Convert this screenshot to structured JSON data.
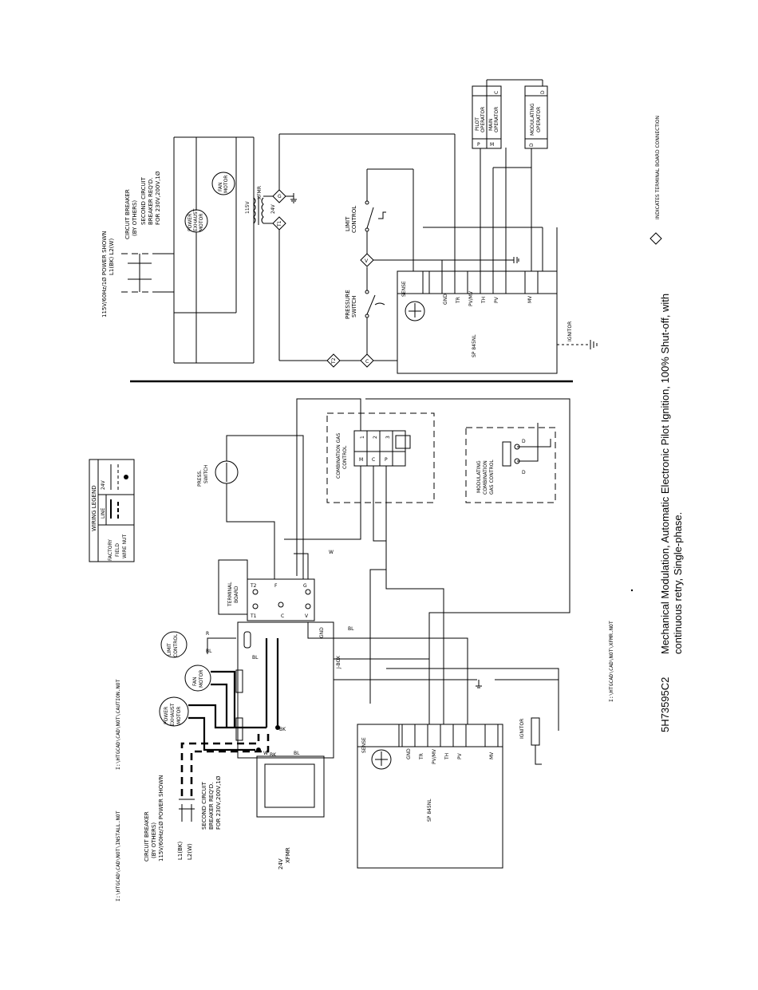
{
  "caption": {
    "drawing_number": "5H73595C2",
    "text": "Mechanical Modulation, Automatic Electronic Pilot Ignition, 100% Shut-off, with continuous retry, Single-phase."
  },
  "file_refs": {
    "caution": "I:\\HTGCAD\\CAD\\NOT\\CAUTION.NOT",
    "install": "I:\\HTGCAD\\CAD\\NOT\\INSTALL.NOT",
    "xfmr": "I:\\HTGCAD\\CAD\\NOT\\XFMR.NOT"
  },
  "legend": {
    "title": "WIRING LEGEND",
    "col_line": "LINE",
    "col_24v": "24V",
    "rows": [
      "FACTORY",
      "FIELD",
      "WIRE NUT"
    ]
  },
  "terminal_note": "INDICATES TERMINAL BOARD CONNECTION",
  "ladder": {
    "power": "115V/60Hz/1Ø POWER SHOWN",
    "lines": "L1(BK) L2(W)",
    "breaker": [
      "CIRCUIT BREAKER",
      "(BY OTHERS)"
    ],
    "second_breaker": [
      "SECOND CIRCUIT",
      "BREAKER REQ'D.",
      "FOR 230V,200V,1Ø"
    ],
    "power_exhaust": [
      "POWER",
      "EXHAUST",
      "MOTOR"
    ],
    "fan_motor": [
      "FAN",
      "MOTOR"
    ],
    "xfmr": "XFMR",
    "xfmr_primary": "115V",
    "xfmr_secondary": "24V",
    "limit_control": [
      "LIMIT",
      "CONTROL"
    ],
    "pressure_switch": [
      "PRESSURE",
      "SWITCH"
    ],
    "control_model": "SP 845NL",
    "terminals": [
      "GND",
      "TR",
      "PV/MV",
      "TH",
      "PV",
      "MV"
    ],
    "sense": "SENSE",
    "ignitor": "IGNITOR",
    "pilot_operator": [
      "PILOT",
      "OPERATOR"
    ],
    "main_operator": [
      "MAIN",
      "OPERATOR"
    ],
    "modulating_operator": [
      "MODULATING",
      "OPERATOR"
    ],
    "pins": [
      "P",
      "M",
      "C",
      "D",
      "D"
    ],
    "tb": [
      "G",
      "T1",
      "V",
      "T2",
      "C"
    ]
  },
  "wiring": {
    "breaker": [
      "CIRCUIT BREAKER",
      "(BY OTHERS)"
    ],
    "power": "115V/60Hz/1Ø POWER SHOWN",
    "l1": "L1(BK)",
    "l2": "L2(W)",
    "second_breaker": [
      "SECOND CIRCUIT",
      "BREAKER REQ'D.",
      "FOR 230V,200V,1Ø"
    ],
    "xfmr": [
      "24V",
      "XFMR"
    ],
    "power_exhaust": [
      "POWER",
      "EXHAUST",
      "MOTOR"
    ],
    "fan_motor": [
      "FAN",
      "MOTOR"
    ],
    "limit_control": [
      "LIMIT",
      "CONTROL"
    ],
    "terminal_board": [
      "TERMINAL",
      "BOARD"
    ],
    "tb_terms": [
      "T2",
      "F",
      "G",
      "T1",
      "C",
      "V"
    ],
    "press_switch": [
      "PRESS.",
      "SWITCH"
    ],
    "combo_gas": [
      "COMBINATION GAS",
      "CONTROL"
    ],
    "combo_pins": [
      "M",
      "C",
      "P"
    ],
    "combo_nums": [
      "1",
      "2",
      "3"
    ],
    "mod_gas": [
      "MODULATING",
      "COMBINATION",
      "GAS CONTROL"
    ],
    "mod_pins": [
      "D",
      "D"
    ],
    "jbox": "J-BOX",
    "gnd": "GND",
    "wire_colors": [
      "BK",
      "W",
      "R",
      "BL",
      "BK",
      "BL",
      "W",
      "BL",
      "BL"
    ],
    "control_model": "SP 845NL",
    "sense": "SENSE",
    "terminals": [
      "GND",
      "TR",
      "PV/MV",
      "TH",
      "PV",
      "MV"
    ],
    "ignitor": "IGNITOR"
  }
}
